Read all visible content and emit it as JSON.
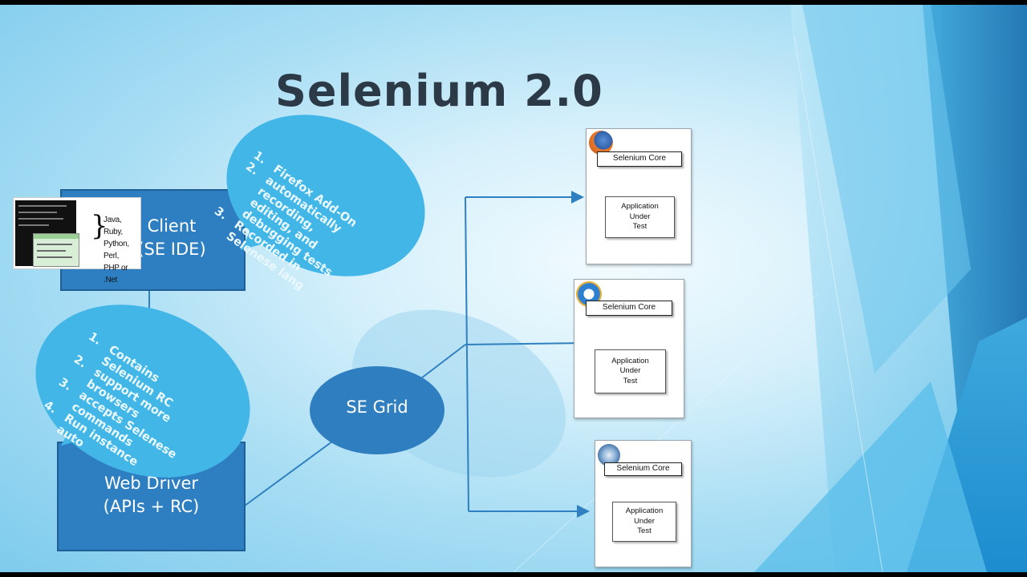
{
  "slide": {
    "title": "Selenium 2.0",
    "client_box": {
      "line1": "Client",
      "line2": "(SE IDE)"
    },
    "webdriver_box": {
      "line1": "Web Driver",
      "line2": "(APIs + RC)"
    },
    "grid_label": "SE Grid",
    "client_bubble": [
      {
        "num": "1.",
        "text": "Firefox Add-On"
      },
      {
        "num": "2.",
        "text": "automatically recording, editing, and debugging tests"
      },
      {
        "num": "3.",
        "text": "Recorded in Selenese lang"
      }
    ],
    "webdriver_bubble": [
      {
        "num": "1.",
        "text": "Contains Selenium RC"
      },
      {
        "num": "2.",
        "text": "support more browsers"
      },
      {
        "num": "3.",
        "text": "accepts Selenese commands"
      },
      {
        "num": "4.",
        "text": "Run instance auto"
      }
    ],
    "code_thumb": {
      "langs": [
        "Java, Ruby,",
        "Python, Perl,",
        "PHP or .Net"
      ]
    },
    "browsers": [
      {
        "icon": "firefox-icon",
        "core_label": "Selenium Core",
        "aut_lines": [
          "Application",
          "Under",
          "Test"
        ]
      },
      {
        "icon": "internet-explorer-icon",
        "core_label": "Selenium Core",
        "aut_lines": [
          "Application",
          "Under",
          "Test"
        ]
      },
      {
        "icon": "safari-icon",
        "core_label": "Selenium Core",
        "aut_lines": [
          "Application",
          "Under",
          "Test"
        ]
      }
    ],
    "colors": {
      "box": "#2d7fc1",
      "bubble": "#43b6e8",
      "title": "#2b3a46",
      "arrow": "#2f80c0"
    }
  }
}
